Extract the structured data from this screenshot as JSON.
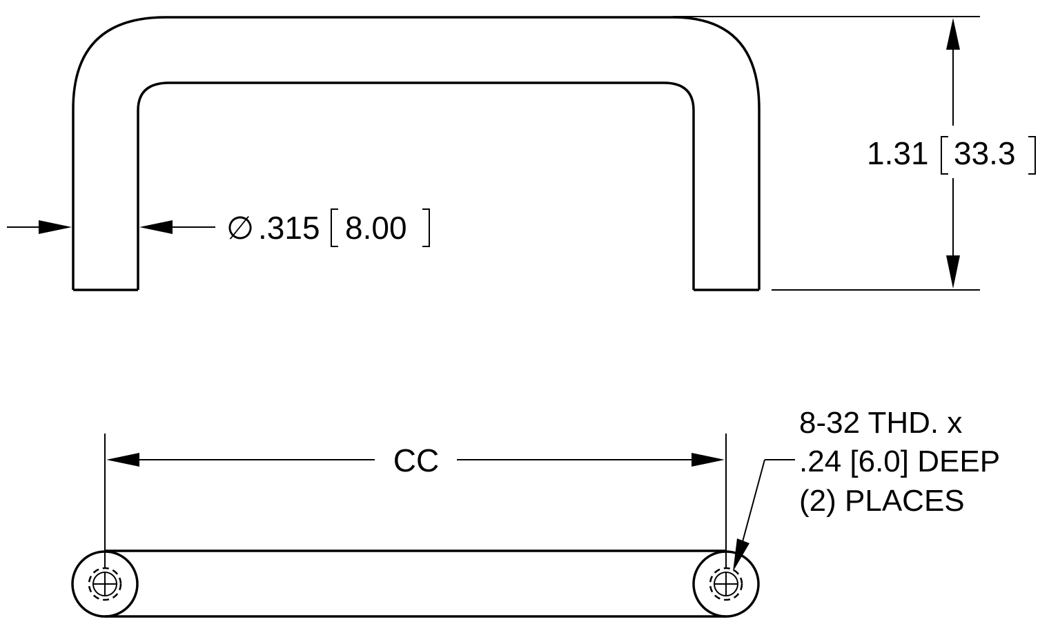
{
  "drawing": {
    "height_dim": {
      "inch": "1.31",
      "mm": "33.3"
    },
    "diameter_dim": {
      "symbol": "∅",
      "inch": ".315",
      "mm": "8.00"
    },
    "cc_label": "CC",
    "thread_note": {
      "line1": "8-32 THD. x",
      "line2": ".24 [6.0] DEEP",
      "line3": "(2) PLACES"
    }
  }
}
